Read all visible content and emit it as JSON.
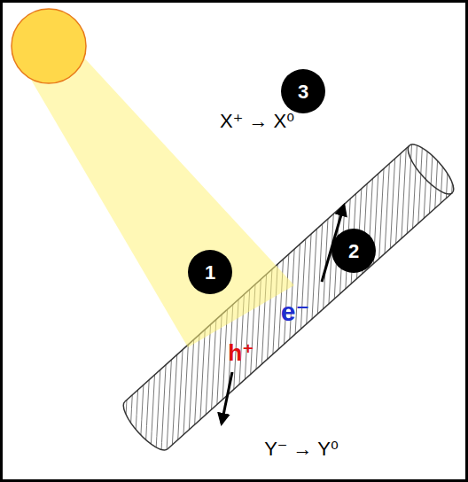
{
  "diagram": {
    "labels": [
      "1",
      "2",
      "3",
      "e⁻",
      "h⁺",
      "X⁺ → X⁰",
      "Y⁻ → Y⁰"
    ]
  }
}
